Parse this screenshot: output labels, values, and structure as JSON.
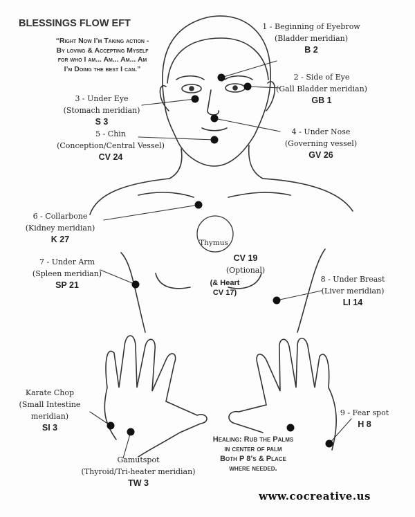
{
  "title": "BLESSINGS FLOW EFT",
  "quote": [
    "“Right Now I’m Taking action -",
    "By loving & Accepting Myself",
    "for who I am... Am... Am... Am",
    "I’m Doing the best I can.”"
  ],
  "points": [
    {
      "name": "1 - Beginning of Eyebrow",
      "meridian": "(Bladder meridian)",
      "code": "B 2"
    },
    {
      "name": "2 - Side of Eye",
      "meridian": "(Gall Bladder meridian)",
      "code": "GB 1"
    },
    {
      "name": "3 - Under Eye",
      "meridian": "(Stomach meridian)",
      "code": "S 3"
    },
    {
      "name": "4 - Under Nose",
      "meridian": "(Governing vessel)",
      "code": "GV 26"
    },
    {
      "name": "5 - Chin",
      "meridian": "(Conception/Central Vessel)",
      "code": "CV 24"
    },
    {
      "name": "6 - Collarbone",
      "meridian": "(Kidney meridian)",
      "code": "K 27"
    },
    {
      "name": "7 - Under Arm",
      "meridian": "(Spleen meridian)",
      "code": "SP 21"
    },
    {
      "name": "8 - Under Breast",
      "meridian": "(Liver meridian)",
      "code": "LI 14"
    },
    {
      "name": "Karate Chop",
      "meridian": "(Small Intestine",
      "meridian2": "meridian)",
      "code": "SI 3"
    },
    {
      "name": "Gamutspot",
      "meridian": "(Thyroid/Tri-heater meridian)",
      "code": "TW 3"
    },
    {
      "name": "9 - Fear spot",
      "code": "H 8"
    }
  ],
  "thymus": {
    "label": "Thymus",
    "code": "CV 19",
    "note": "(Optional)",
    "heart": "(& Heart",
    "heart_code": "CV 17)"
  },
  "healing": [
    "Healing: Rub the Palms",
    "in center of palm",
    "Both P 8’s & Place",
    "where needed."
  ],
  "website": "www.cocreative.us"
}
